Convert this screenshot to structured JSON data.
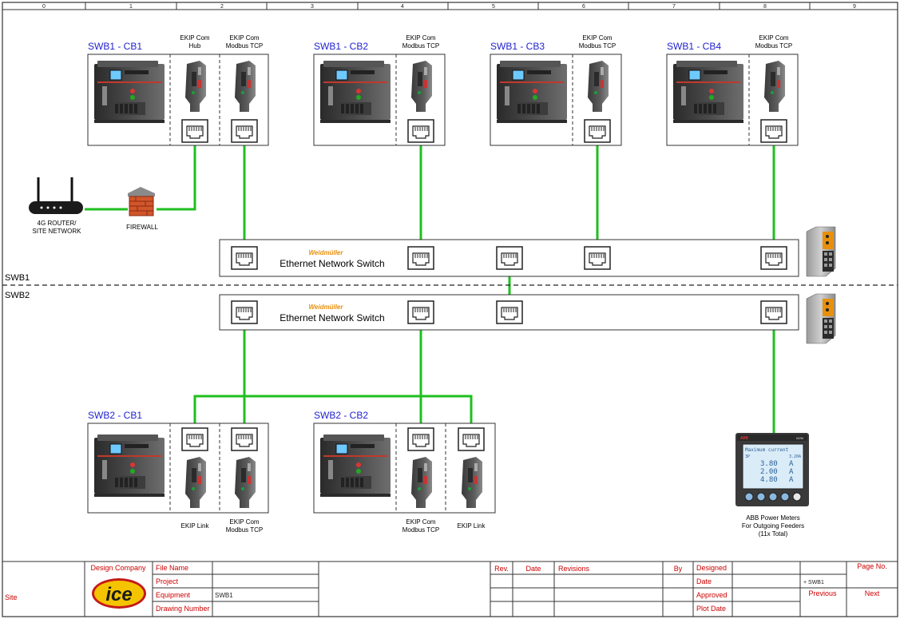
{
  "ruler": {
    "labels": [
      "0",
      "1",
      "2",
      "3",
      "4",
      "5",
      "6",
      "7",
      "8",
      "9"
    ]
  },
  "colors": {
    "wire": "#1fbf1f",
    "breaker_title": "#1f1fcf",
    "title_block_label": "#cc0000",
    "weidmuller": "#e8900c"
  },
  "sections": {
    "swb1": "SWB1",
    "swb2": "SWB2"
  },
  "breakers": {
    "swb1_cb1": "SWB1 - CB1",
    "swb1_cb2": "SWB1 - CB2",
    "swb1_cb3": "SWB1 - CB3",
    "swb1_cb4": "SWB1 - CB4",
    "swb2_cb1": "SWB2 - CB1",
    "swb2_cb2": "SWB2 - CB2"
  },
  "modules": {
    "ekip_com": "EKIP Com",
    "hub": "Hub",
    "modbus_tcp": "Modbus TCP",
    "ekip_link": "EKIP Link"
  },
  "devices": {
    "router_line1": "4G ROUTER/",
    "router_line2": "SITE NETWORK",
    "firewall": "FIREWALL",
    "weidmuller_brand": "Weidmüller",
    "switch_label": "Ethernet Network Switch",
    "meter_line1": "ABB Power Meters",
    "meter_line2": "For Outgoing Feeders",
    "meter_line3": "(11x Total)",
    "meter_display_line1": "Maximum current",
    "meter_display_3p": "3P",
    "meter_display_val": "3.20A",
    "meter_r1": "3.80",
    "meter_r2": "2.00",
    "meter_r3": "4.80",
    "meter_unit": "A",
    "meter_brand": "ABB",
    "meter_model": "M2M"
  },
  "title_block": {
    "site": "Site",
    "design_company": "Design Company",
    "logo": "ice",
    "file_name": "File Name",
    "project": "Project",
    "equipment": "Equipment",
    "equipment_value": "SWB1",
    "drawing_number": "Drawing Number",
    "rev": "Rev.",
    "date": "Date",
    "revisions": "Revisions",
    "by": "By",
    "designed": "Designed",
    "date2": "Date",
    "approved": "Approved",
    "plot_date": "Plot Date",
    "page_no": "Page No.",
    "sheet_ref": "+ SWB1",
    "previous": "Previous",
    "next": "Next"
  }
}
